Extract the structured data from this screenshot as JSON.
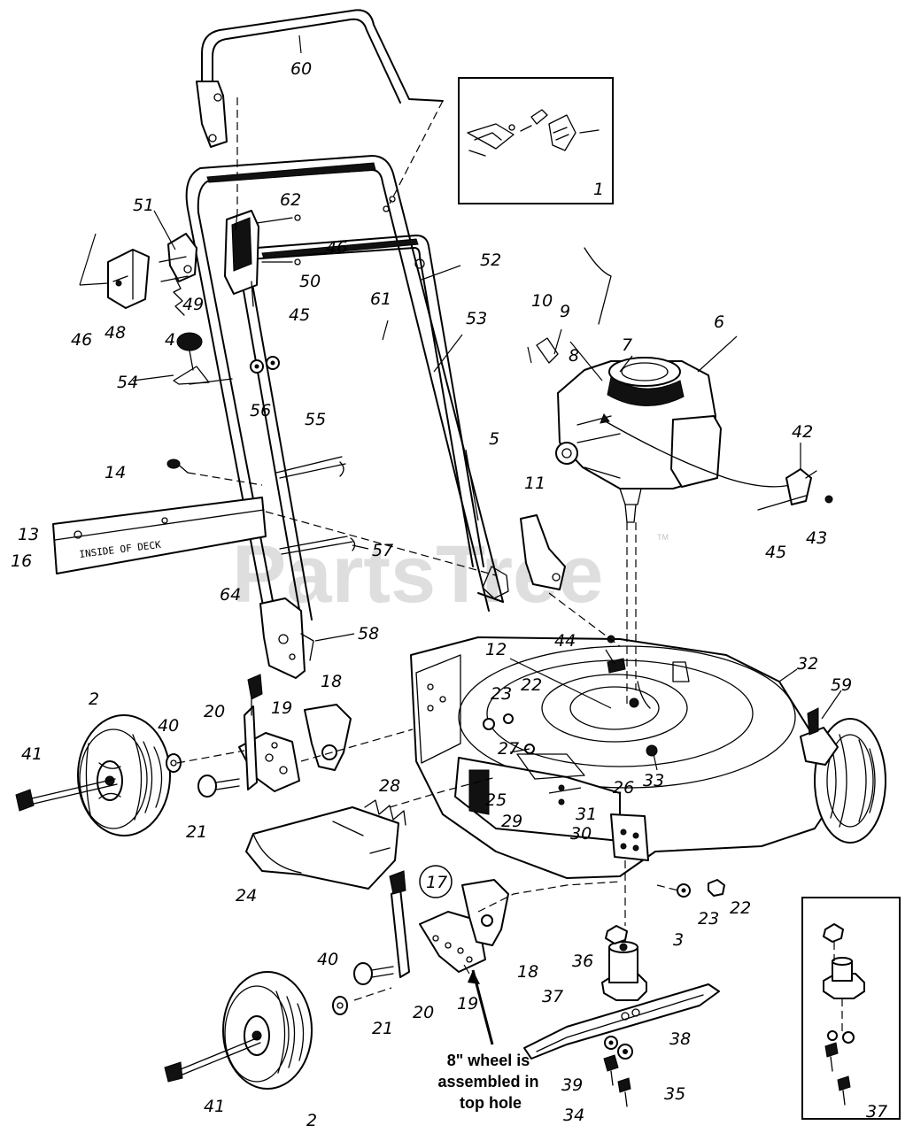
{
  "watermark": {
    "text": "PartsTree",
    "trademark": "TM"
  },
  "deck_label": "INSIDE OF    DECK",
  "note": {
    "lines": [
      "8\" wheel is",
      "assembled in",
      "top hole"
    ]
  },
  "callouts": [
    {
      "id": "c60",
      "text": "60"
    },
    {
      "id": "c1",
      "text": "1"
    },
    {
      "id": "c51",
      "text": "51"
    },
    {
      "id": "c62",
      "text": "62"
    },
    {
      "id": "c46a",
      "text": "46"
    },
    {
      "id": "c52",
      "text": "52"
    },
    {
      "id": "c50",
      "text": "50"
    },
    {
      "id": "c49",
      "text": "49"
    },
    {
      "id": "c46b",
      "text": "46"
    },
    {
      "id": "c48",
      "text": "48"
    },
    {
      "id": "c4",
      "text": "4"
    },
    {
      "id": "c45a",
      "text": "45"
    },
    {
      "id": "c61",
      "text": "61"
    },
    {
      "id": "c53",
      "text": "53"
    },
    {
      "id": "c10",
      "text": "10"
    },
    {
      "id": "c9",
      "text": "9"
    },
    {
      "id": "c6",
      "text": "6"
    },
    {
      "id": "c7",
      "text": "7"
    },
    {
      "id": "c8",
      "text": "8"
    },
    {
      "id": "c54",
      "text": "54"
    },
    {
      "id": "c56",
      "text": "56"
    },
    {
      "id": "c55",
      "text": "55"
    },
    {
      "id": "c5",
      "text": "5"
    },
    {
      "id": "c42",
      "text": "42"
    },
    {
      "id": "c14",
      "text": "14"
    },
    {
      "id": "c11",
      "text": "11"
    },
    {
      "id": "c13",
      "text": "13"
    },
    {
      "id": "c16",
      "text": "16"
    },
    {
      "id": "c57",
      "text": "57"
    },
    {
      "id": "c45b",
      "text": "45"
    },
    {
      "id": "c43",
      "text": "43"
    },
    {
      "id": "c64",
      "text": "64"
    },
    {
      "id": "c58",
      "text": "58"
    },
    {
      "id": "c12",
      "text": "12"
    },
    {
      "id": "c44",
      "text": "44"
    },
    {
      "id": "c32",
      "text": "32"
    },
    {
      "id": "c2a",
      "text": "2"
    },
    {
      "id": "c18a",
      "text": "18"
    },
    {
      "id": "c59",
      "text": "59"
    },
    {
      "id": "c23a",
      "text": "23"
    },
    {
      "id": "c22a",
      "text": "22"
    },
    {
      "id": "c40a",
      "text": "40"
    },
    {
      "id": "c20a",
      "text": "20"
    },
    {
      "id": "c19a",
      "text": "19"
    },
    {
      "id": "c41a",
      "text": "41"
    },
    {
      "id": "c27",
      "text": "27"
    },
    {
      "id": "c33",
      "text": "33"
    },
    {
      "id": "c26",
      "text": "26"
    },
    {
      "id": "c25",
      "text": "25"
    },
    {
      "id": "c28",
      "text": "28"
    },
    {
      "id": "c21a",
      "text": "21"
    },
    {
      "id": "c29",
      "text": "29"
    },
    {
      "id": "c31",
      "text": "31"
    },
    {
      "id": "c30",
      "text": "30"
    },
    {
      "id": "c24",
      "text": "24"
    },
    {
      "id": "c17",
      "text": "17"
    },
    {
      "id": "c22b",
      "text": "22"
    },
    {
      "id": "c23b",
      "text": "23"
    },
    {
      "id": "c3",
      "text": "3"
    },
    {
      "id": "c36",
      "text": "36"
    },
    {
      "id": "c40b",
      "text": "40"
    },
    {
      "id": "c18b",
      "text": "18"
    },
    {
      "id": "c37a",
      "text": "37"
    },
    {
      "id": "c19b",
      "text": "19"
    },
    {
      "id": "c20b",
      "text": "20"
    },
    {
      "id": "c21b",
      "text": "21"
    },
    {
      "id": "c38",
      "text": "38"
    },
    {
      "id": "c39",
      "text": "39"
    },
    {
      "id": "c35",
      "text": "35"
    },
    {
      "id": "c34",
      "text": "34"
    },
    {
      "id": "c41b",
      "text": "41"
    },
    {
      "id": "c2b",
      "text": "2"
    },
    {
      "id": "c37b",
      "text": "37"
    }
  ]
}
